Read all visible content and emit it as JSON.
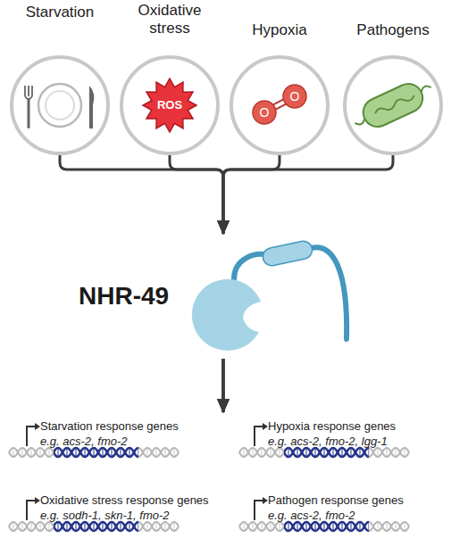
{
  "diagram": {
    "nodes": [
      {
        "text": [
          "Starvation"
        ]
      },
      {
        "text": [
          "Oxidative stress"
        ]
      },
      {
        "text": [
          "Hypoxia"
        ]
      },
      {
        "text": [
          "Pathogens"
        ]
      },
      {
        "text": [
          "NHR-49"
        ]
      },
      {
        "text": [
          "Starvation response genes",
          "e.g. acs-2, fmo-2"
        ]
      },
      {
        "text": [
          "Hypoxia response genes",
          "e.g. acs-2, fmo-2, lgg-1"
        ]
      },
      {
        "text": [
          "Oxidative stress response genes",
          "e.g. sodh-1, skn-1, fmo-2"
        ]
      },
      {
        "text": [
          "Pathogen response genes",
          "e.g. acs-2, fmo-2"
        ]
      }
    ],
    "edges": [
      {
        "from": 0,
        "to": 4,
        "arrow": "to"
      },
      {
        "from": 1,
        "to": 4,
        "arrow": "to"
      },
      {
        "from": 2,
        "to": 4,
        "arrow": "to"
      },
      {
        "from": 3,
        "to": 4,
        "arrow": "to"
      },
      {
        "from": 4,
        "to": 5,
        "arrow": "to"
      },
      {
        "from": 4,
        "to": 6,
        "arrow": "to"
      },
      {
        "from": 4,
        "to": 7,
        "arrow": "to"
      },
      {
        "from": 4,
        "to": 8,
        "arrow": "to"
      }
    ],
    "labels": [
      "ROS",
      "O",
      "O"
    ]
  }
}
